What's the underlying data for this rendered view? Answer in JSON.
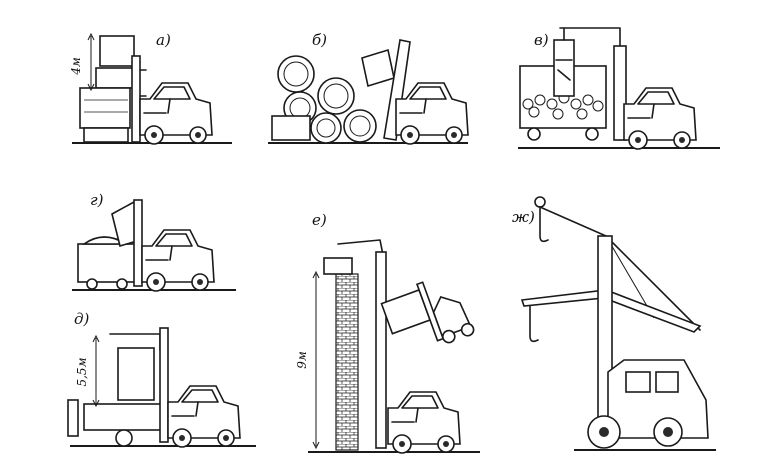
{
  "panels": [
    {
      "id": "a",
      "label": "а)",
      "dimension": "4м"
    },
    {
      "id": "b",
      "label": "б)"
    },
    {
      "id": "v",
      "label": "в)"
    },
    {
      "id": "g",
      "label": "г)"
    },
    {
      "id": "d",
      "label": "д)",
      "dimension": "5,5м"
    },
    {
      "id": "e",
      "label": "е)",
      "dimension": "9м"
    },
    {
      "id": "zh",
      "label": "ж)"
    }
  ]
}
